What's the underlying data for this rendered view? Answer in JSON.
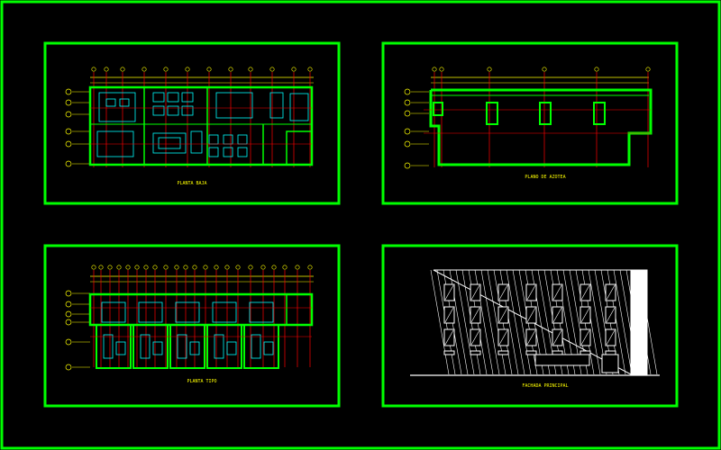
{
  "sheet": {
    "background": "#000000",
    "frame_color": "#00ff00"
  },
  "colors": {
    "wall": "#00ff00",
    "furniture": "#00ffff",
    "axis": "#ff0000",
    "dimension": "#ffff00",
    "facade": "#ffffff",
    "label": "#ffff00"
  },
  "panels": [
    {
      "id": "planta-baja",
      "title": "PLANTA BAJA"
    },
    {
      "id": "plano-azotea",
      "title": "PLANO DE AZOTEA"
    },
    {
      "id": "planta-tipo",
      "title": "PLANTA TIPO"
    },
    {
      "id": "fachada-principal",
      "title": "FACHADA PRINCIPAL"
    }
  ]
}
